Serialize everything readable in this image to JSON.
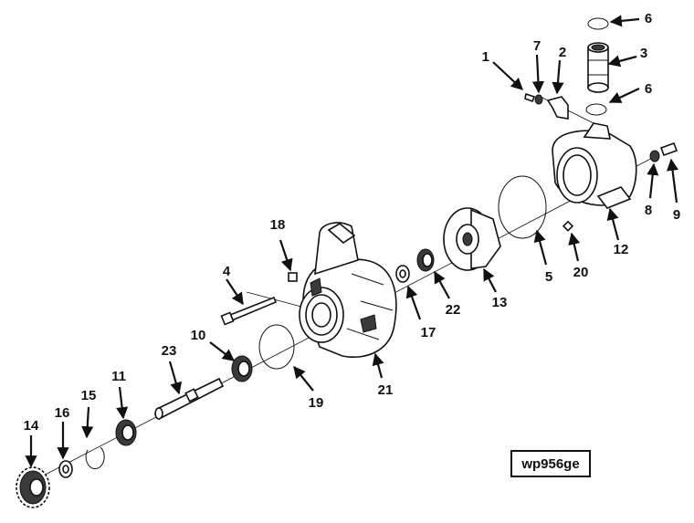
{
  "drawing_id": "wp956ge",
  "callouts": {
    "c1": "1",
    "c2": "2",
    "c3": "3",
    "c4": "4",
    "c5": "5",
    "c6a": "6",
    "c6b": "6",
    "c7": "7",
    "c8": "8",
    "c9": "9",
    "c10": "10",
    "c11": "11",
    "c12": "12",
    "c13": "13",
    "c14": "14",
    "c15": "15",
    "c16": "16",
    "c17": "17",
    "c18": "18",
    "c19": "19",
    "c20": "20",
    "c21": "21",
    "c22": "22",
    "c23": "23"
  }
}
